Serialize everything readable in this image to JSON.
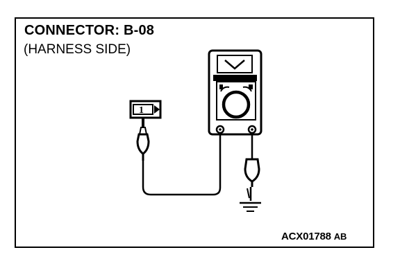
{
  "diagram": {
    "title": "CONNECTOR: B-08",
    "subtitle": "(HARNESS SIDE)",
    "code_main": "ACX01788",
    "code_suffix": "AB",
    "connector_pin": "1"
  }
}
